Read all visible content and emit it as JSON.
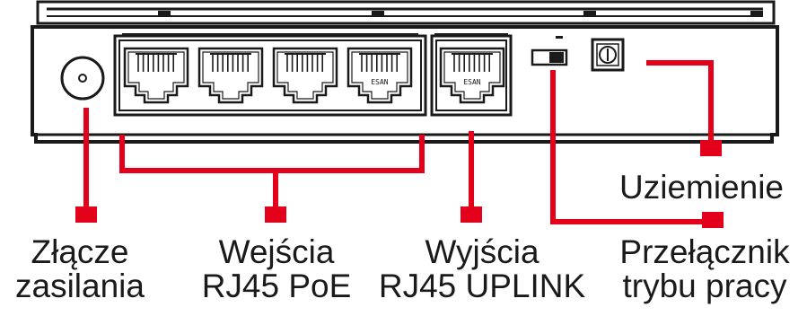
{
  "colors": {
    "callout": "#e3001b",
    "outline": "#1a1a1a",
    "device_body": "#ffffff",
    "text": "#1a1a1a"
  },
  "icons": {
    "power_connector": "dc-jack-icon",
    "rj45_port": "rj45-port-icon",
    "mode_switch": "slide-switch-icon",
    "ground_terminal": "ground-screw-icon"
  },
  "poe_ports": {
    "count": 4,
    "port_text": "ESAN"
  },
  "uplink_port": {
    "port_text": "ESAN"
  },
  "labels": {
    "ground": "Uziemienie",
    "power_line1": "Złącze",
    "power_line2": "zasilania",
    "poe_line1": "Wejścia",
    "poe_line2": "RJ45 PoE",
    "uplink_line1": "Wyjścia",
    "uplink_line2": "RJ45 UPLINK",
    "switch_line1": "Przełącznik",
    "switch_line2": "trybu pracy"
  }
}
